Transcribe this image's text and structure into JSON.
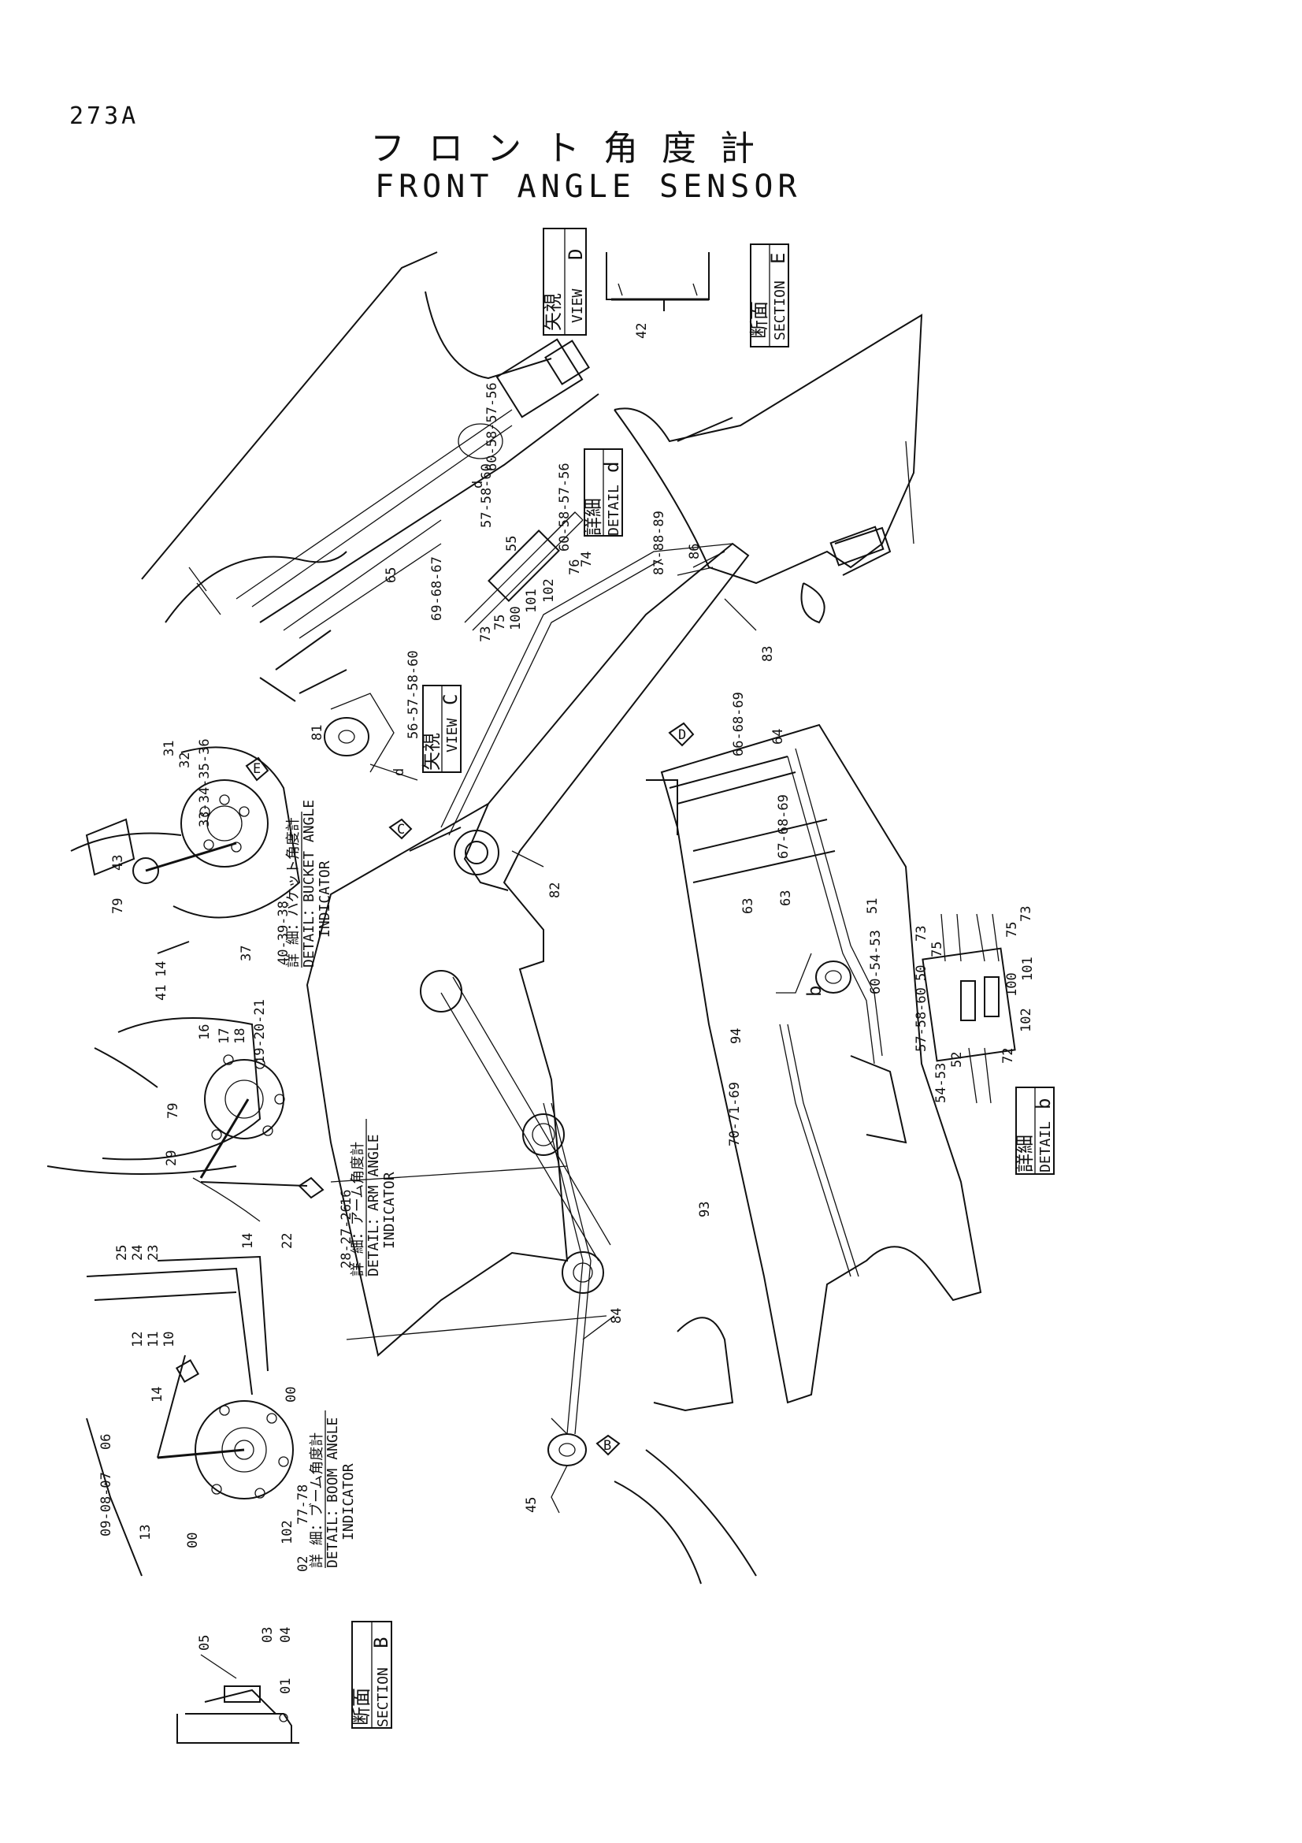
{
  "header": {
    "page_number": "273A",
    "title_jp": "フロント角度計",
    "title_en": "FRONT ANGLE SENSOR"
  },
  "views": {
    "view_d": {
      "jp": "矢視",
      "en": "VIEW",
      "letter": "D"
    },
    "section_e": {
      "jp": "断面",
      "en": "SECTION",
      "letter": "E"
    },
    "detail_d": {
      "jp": "詳細",
      "en": "DETAIL",
      "letter": "d"
    },
    "view_c": {
      "jp": "矢視",
      "en": "VIEW",
      "letter": "C"
    },
    "detail_b": {
      "jp": "詳細",
      "en": "DETAIL",
      "letter": "b"
    },
    "section_b": {
      "jp": "断面",
      "en": "SECTION",
      "letter": "B"
    }
  },
  "indicators": {
    "bucket": {
      "jp": "詳 細：バケット角度計",
      "en1": "DETAIL：BUCKET ANGLE",
      "en2": "INDICATOR"
    },
    "arm": {
      "jp": "詳 細：アーム角度計",
      "en1": "DETAIL：ARM ANGLE",
      "en2": "INDICATOR"
    },
    "boom": {
      "jp": "詳 細：ブーム角度計",
      "en1": "DETAIL：BOOM ANGLE",
      "en2": "INDICATOR"
    }
  },
  "markers": {
    "arrow_d": "D",
    "arrow_c": "C",
    "arrow_b": "B",
    "arrow_e": "E",
    "ref_d": "d",
    "ref_d2": "d",
    "ref_b": "b"
  },
  "callouts": {
    "p42": "42",
    "p5657": "57-58-60",
    "p55": "55",
    "p6058": "60-58-57-56",
    "p74": "74",
    "p76": "76",
    "p102a": "102",
    "p101a": "101",
    "p100a": "100",
    "p75a": "75",
    "p73a": "73",
    "p5657b": "56-57-58-60",
    "p65": "65",
    "p6968": "69-68-67",
    "p5657c": "60-58-57-56",
    "p81": "81",
    "p8788": "87-88-89",
    "p86": "86",
    "p83": "83",
    "p82": "82",
    "p6668": "66-68-69",
    "p64": "64",
    "p6768": "67-68-69",
    "p63": "63",
    "p63b": "63",
    "p51": "51",
    "p6054": "60-54-53",
    "p94": "94",
    "p7071": "70-71-69",
    "p93": "93",
    "p84": "84",
    "p45": "45",
    "p31": "31",
    "p32": "32",
    "p3334": "33-34-35-36",
    "p43": "43",
    "p79": "79",
    "p14": "14",
    "p37": "37",
    "p41": "41",
    "p4039": "40-39-38",
    "p16": "16",
    "p17": "17",
    "p18": "18",
    "p1920": "19-20-21",
    "p79b": "79",
    "p29": "29",
    "p16b": "16",
    "p25": "25",
    "p24": "24",
    "p23": "23",
    "p14b": "14",
    "p22": "22",
    "p2827": "28-27-26",
    "p12": "12",
    "p11": "11",
    "p10": "10",
    "p14c": "14",
    "p06": "06",
    "p0908": "09-08-07",
    "p00a": "00",
    "p13": "13",
    "p00b": "00",
    "p102c": "102",
    "p7778": "77-78",
    "p02": "02",
    "p05": "05",
    "p03": "03",
    "p04": "04",
    "p01": "01",
    "b73": "73",
    "b75": "75",
    "b73b": "73",
    "b75b": "75",
    "b50": "50",
    "b101": "101",
    "b100": "100",
    "b5758": "57-58-60",
    "b102": "102",
    "b52": "52",
    "b72": "72",
    "b5453": "54-53"
  }
}
